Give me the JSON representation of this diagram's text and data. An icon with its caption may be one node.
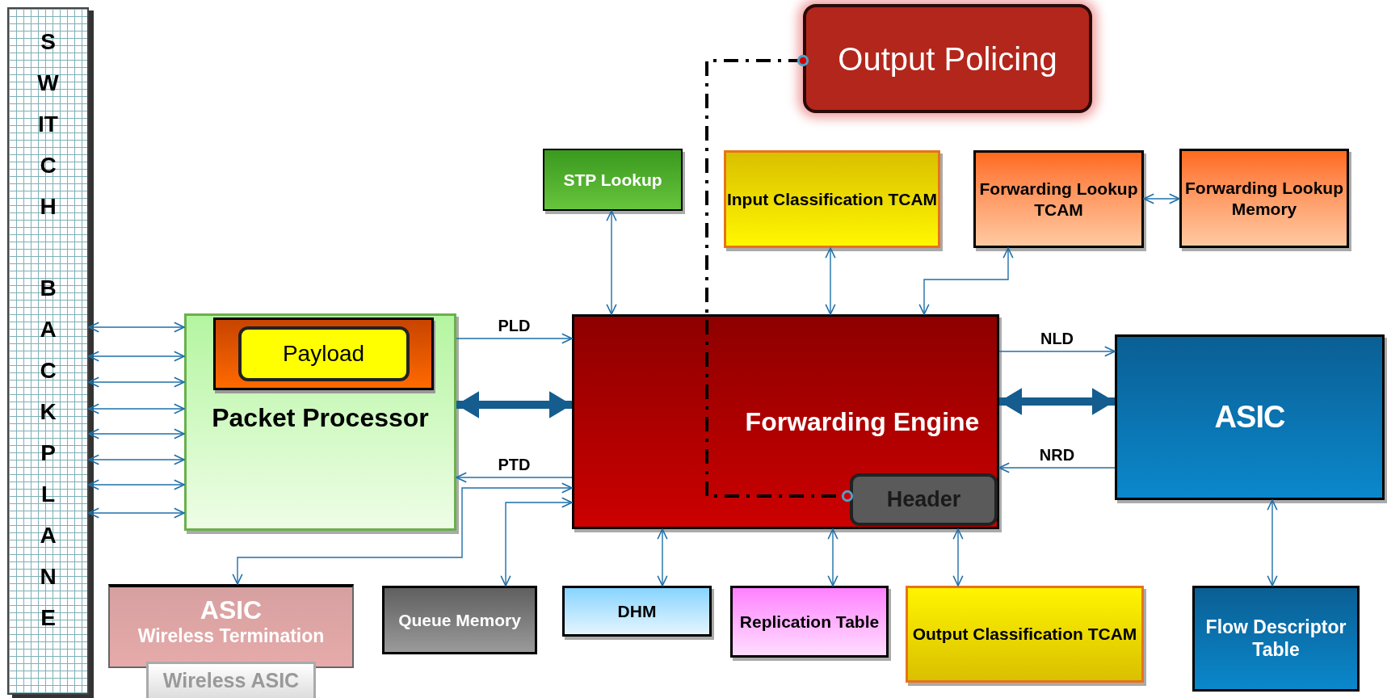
{
  "diagram": {
    "nodes": [
      {
        "text": [
          "SWITCH BACKPLANE"
        ]
      },
      {
        "text": [
          "Output Policing"
        ]
      },
      {
        "text": [
          "STP Lookup"
        ]
      },
      {
        "text": [
          "Input Classification TCAM"
        ]
      },
      {
        "text": [
          "Forwarding Lookup TCAM"
        ]
      },
      {
        "text": [
          "Forwarding Lookup Memory"
        ]
      },
      {
        "text": [
          "Packet Processor"
        ]
      },
      {
        "text": [
          "Payload"
        ],
        "in": 6
      },
      {
        "text": [
          "Forwarding Engine"
        ]
      },
      {
        "text": [
          "Header"
        ],
        "in": 8
      },
      {
        "text": [
          "ASIC"
        ]
      },
      {
        "text": [
          "ASIC",
          "Wireless Termination"
        ]
      },
      {
        "text": [
          "Wireless ASIC"
        ]
      },
      {
        "text": [
          "Queue Memory"
        ]
      },
      {
        "text": [
          "DHM"
        ]
      },
      {
        "text": [
          "Replication Table"
        ]
      },
      {
        "text": [
          "Output Classification TCAM"
        ]
      },
      {
        "text": [
          "Flow Descriptor Table"
        ]
      }
    ],
    "edges": [
      {
        "from": 0,
        "to": 6,
        "arrow": "both"
      },
      {
        "from": 0,
        "to": 6,
        "arrow": "both"
      },
      {
        "from": 0,
        "to": 6,
        "arrow": "both"
      },
      {
        "from": 0,
        "to": 6,
        "arrow": "both"
      },
      {
        "from": 0,
        "to": 6,
        "arrow": "both"
      },
      {
        "from": 0,
        "to": 6,
        "arrow": "both"
      },
      {
        "from": 0,
        "to": 6,
        "arrow": "both"
      },
      {
        "from": 0,
        "to": 6,
        "arrow": "both"
      },
      {
        "from": 6,
        "to": 8,
        "arrow": "to",
        "label": "PLD"
      },
      {
        "from": 6,
        "to": 8,
        "arrow": "both",
        "style": "thick"
      },
      {
        "from": 8,
        "to": 6,
        "arrow": "to",
        "label": "PTD"
      },
      {
        "from": 8,
        "to": 11,
        "arrow": "both"
      },
      {
        "from": 8,
        "to": 13,
        "arrow": "both"
      },
      {
        "from": 2,
        "to": 8,
        "arrow": "both"
      },
      {
        "from": 3,
        "to": 8,
        "arrow": "both"
      },
      {
        "from": 4,
        "to": 8,
        "arrow": "both"
      },
      {
        "from": 4,
        "to": 5,
        "arrow": "both"
      },
      {
        "from": 8,
        "to": 10,
        "arrow": "to",
        "label": "NLD"
      },
      {
        "from": 8,
        "to": 10,
        "arrow": "both",
        "style": "thick"
      },
      {
        "from": 10,
        "to": 8,
        "arrow": "to",
        "label": "NRD"
      },
      {
        "from": 8,
        "to": 14,
        "arrow": "both"
      },
      {
        "from": 8,
        "to": 15,
        "arrow": "both"
      },
      {
        "from": 8,
        "to": 16,
        "arrow": "both"
      },
      {
        "from": 10,
        "to": 17,
        "arrow": "both"
      },
      {
        "from": 1,
        "to": 9,
        "arrow": "other",
        "style": "dashed",
        "color": "#000000"
      }
    ]
  }
}
